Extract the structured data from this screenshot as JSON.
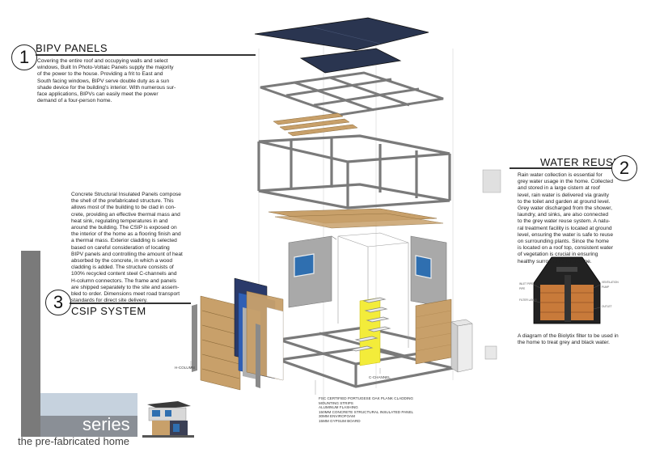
{
  "bipv": {
    "number": "1",
    "title": "BIPV PANELS",
    "lines": [
      "Covering the entire roof and occupying walls and select",
      "windows, Built In Photo-Voltaic Panels supply the majority",
      "of the power to the house. Providing a frit to East and",
      "South facing windows, BIPV serve double duty as a sun",
      "shade device for the building's interior. With numerous sur-",
      "face applications, BIPVs can easily meet the power",
      "demand of a four-person home."
    ]
  },
  "water": {
    "number": "2",
    "title": "WATER REUSE",
    "lines": [
      "Rain water collection is essential for",
      "grey water usage in the home. Collected",
      "and stored in a large cistern at roof",
      "level, rain water is delivered via gravity",
      "to the toilet and garden at ground level.",
      "Grey water discharged from the shower,",
      "laundry, and sinks, are also connected",
      "to the grey water reuse system. A natu-",
      "ral treatment facility is located at ground",
      "level, ensuring the water is safe to reuse",
      "on surrounding plants. Since the home",
      "is located on a roof top, consistent water",
      "of vegetation is crucial in ensuring",
      "healthy surrounding landscape."
    ],
    "caption_lines": [
      "A diagram of the Biolytix filter to be used in",
      "the home to treat grey and black water."
    ]
  },
  "csip": {
    "number": "3",
    "title": "CSIP SYSTEM",
    "lines": [
      "Concrete Structural Insulated Panels compose",
      "the shell of the prefabricated structure. This",
      "allows most of the building to be clad in con-",
      "crete, providing an effective thermal mass and",
      "heat sink, regulating temperatures in and",
      "around the building. The CSIP is exposed on",
      "the interior of the home as a flooring finish and",
      "a thermal mass. Exterior cladding is selected",
      "based on careful consideration of locating",
      "BIPV panels and controlling the amount of heat",
      "absorbed by the concrete, in which a wood",
      "cladding is added. The structure consists of",
      "100% recycled content steel C-channels and",
      "H-column connectors. The frame and panels",
      "are shipped separately to the site and assem-",
      "bled to order. Dimensions meet road transport",
      "standards for direct site delivery."
    ]
  },
  "labels": {
    "h_column": "H-COLUMN",
    "c_channel": "C-CHANNEL"
  },
  "layers": [
    "FSC CERTIFIED PORTUGESE OAK PLANK CLADDING",
    "MOUNTING STRIPS",
    "ALUMINUM FLASHING",
    "150MM CONCRETE STRUCTURAL INSULATED PANEL",
    "30MM ENVIROFOAM",
    "15MM GYPSUM BOARD"
  ],
  "series": {
    "word": "series",
    "subtitle": "the pre-fabricated home"
  },
  "colors": {
    "bipv_panel": "#2a3550",
    "wood": "#c8a06a",
    "frame": "#8a8a8a",
    "concrete": "#a9a9a9",
    "window_blue": "#2f6fb0",
    "glass_yellow": "#f3ec3a",
    "series_bar": "#7a7a7a"
  }
}
